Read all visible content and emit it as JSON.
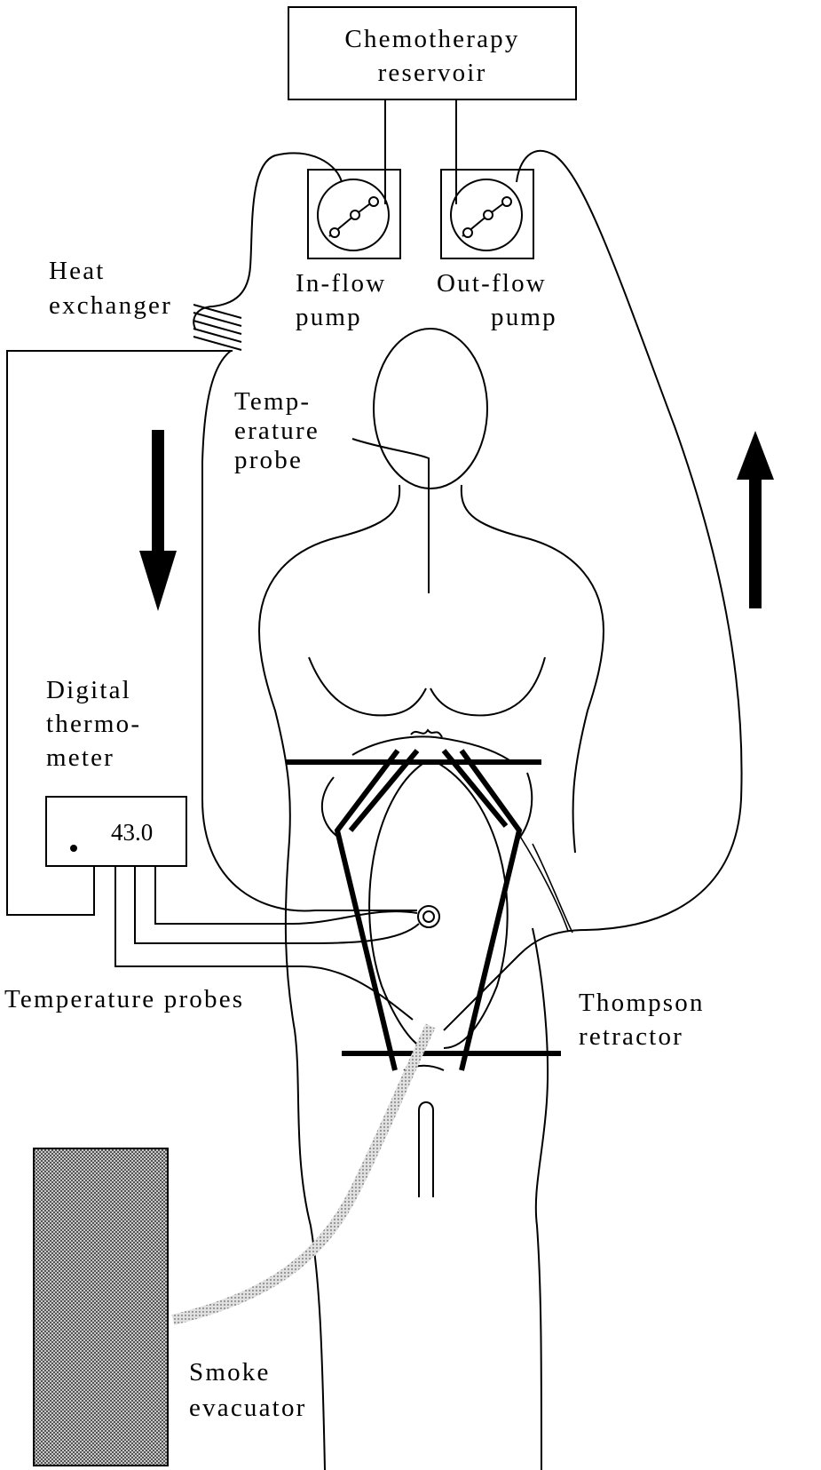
{
  "labels": {
    "reservoir_line1": "Chemotherapy",
    "reservoir_line2": "reservoir",
    "inflow_line1": "In-flow",
    "inflow_line2": "pump",
    "outflow_line1": "Out-flow",
    "outflow_line2": "pump",
    "heat_line1": "Heat",
    "heat_line2": "exchanger",
    "probe_line1": "Temp-",
    "probe_line2": "erature",
    "probe_line3": "probe",
    "thermo_line1": "Digital",
    "thermo_line2": "thermo-",
    "thermo_line3": "meter",
    "thermo_reading": "43.0",
    "probes_label": "Temperature probes",
    "retractor_line1": "Thompson",
    "retractor_line2": "retractor",
    "smoke_line1": "Smoke",
    "smoke_line2": "evacuator"
  },
  "colors": {
    "ink": "#000000",
    "background": "#ffffff",
    "smoke_fill": "#8a8a8a",
    "smoke_tube": "#b8b8b8"
  }
}
